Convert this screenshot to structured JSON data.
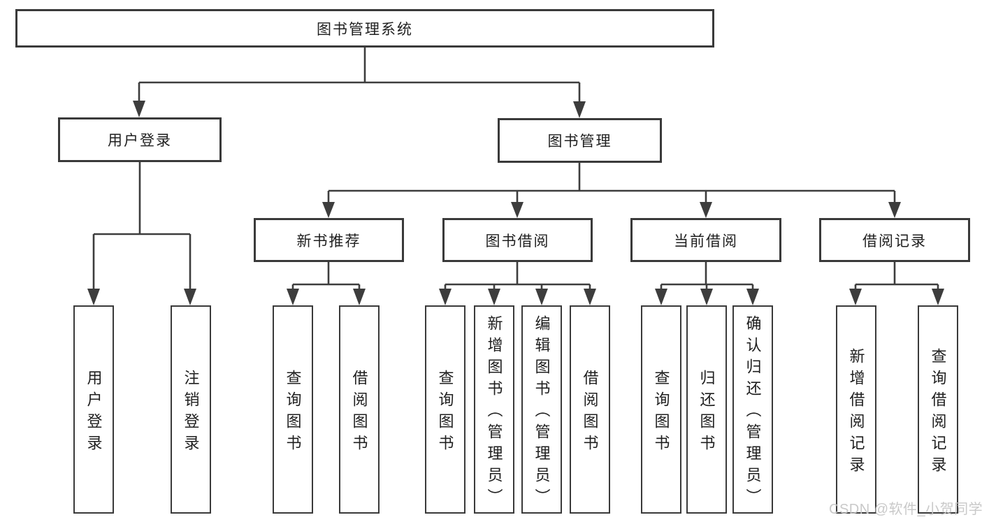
{
  "diagram": {
    "title": "图书管理系统",
    "branches": [
      {
        "label": "用户登录",
        "children": [
          {
            "label": "用户登录"
          },
          {
            "label": "注销登录"
          }
        ]
      },
      {
        "label": "图书管理",
        "children": [
          {
            "label": "新书推荐",
            "children": [
              {
                "label": "查询图书"
              },
              {
                "label": "借阅图书"
              }
            ]
          },
          {
            "label": "图书借阅",
            "children": [
              {
                "label": "查询图书"
              },
              {
                "label": "新增图书（管理员）"
              },
              {
                "label": "编辑图书（管理员）"
              },
              {
                "label": "借阅图书"
              }
            ]
          },
          {
            "label": "当前借阅",
            "children": [
              {
                "label": "查询图书"
              },
              {
                "label": "归还图书"
              },
              {
                "label": "确认归还（管理员）"
              }
            ]
          },
          {
            "label": "借阅记录",
            "children": [
              {
                "label": "新增借阅记录"
              },
              {
                "label": "查询借阅记录"
              }
            ]
          }
        ]
      }
    ]
  },
  "watermark": {
    "text": "CSDN @软件_小贺同学"
  },
  "colors": {
    "background": "#ffffff",
    "line": "#3d3d3d",
    "box_border": "#3a3a3a",
    "box_fill": "#ffffff",
    "text": "#1f1f1f",
    "watermark": "#c6c6c6"
  }
}
